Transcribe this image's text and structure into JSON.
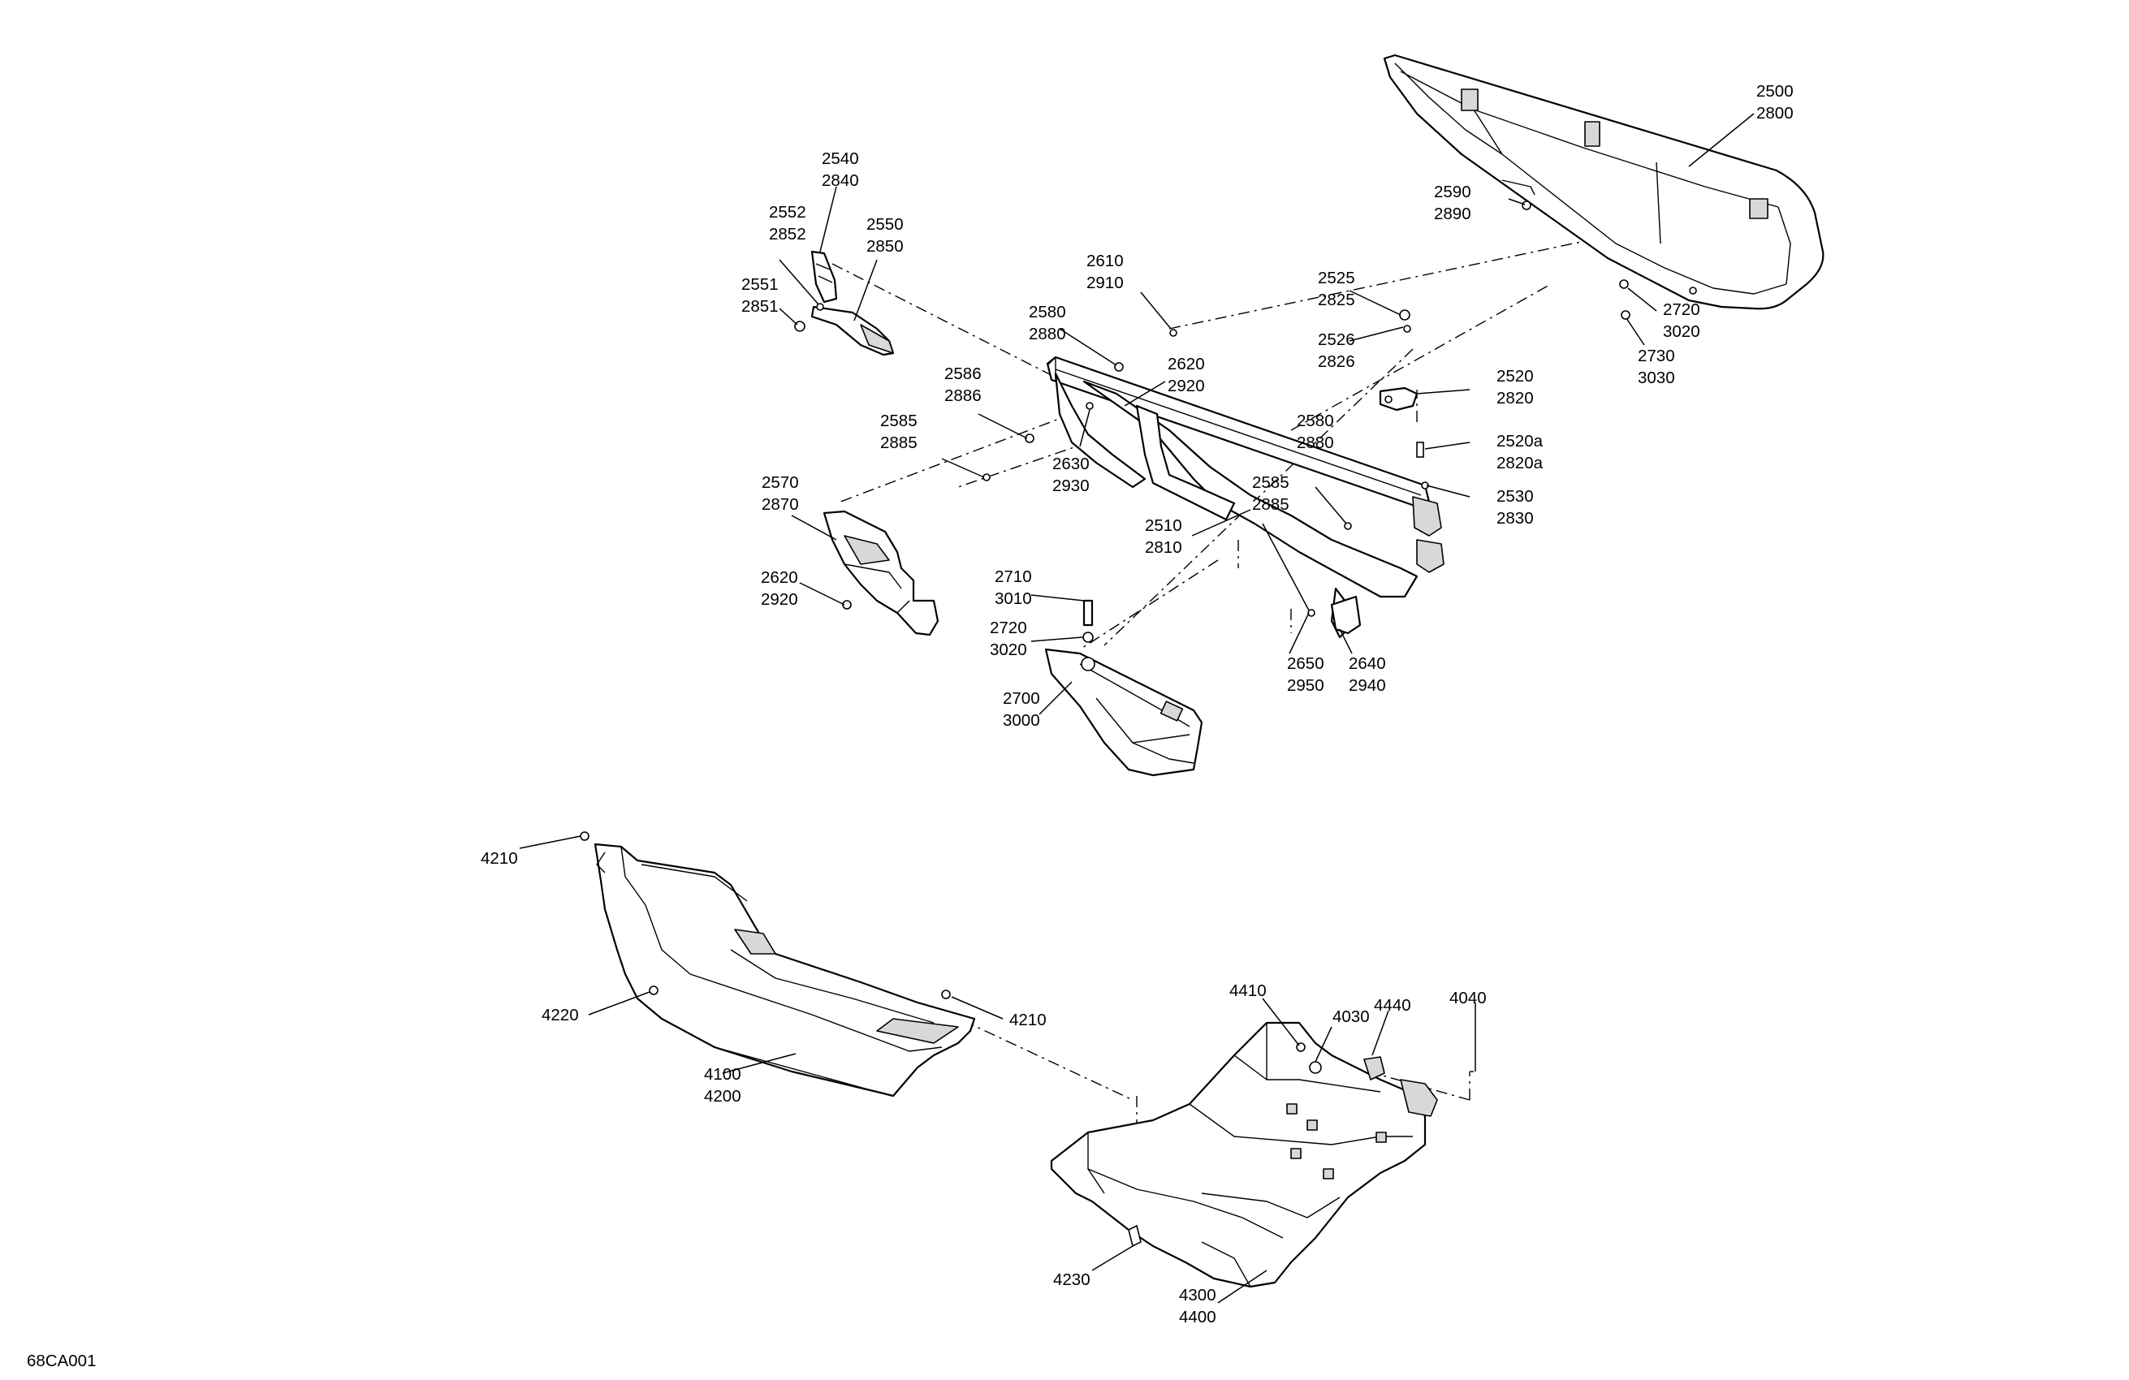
{
  "drawing_code": "68CA001",
  "callouts": [
    {
      "lines": [
        "2500",
        "2800"
      ]
    },
    {
      "lines": [
        "2590",
        "2890"
      ]
    },
    {
      "lines": [
        "2720",
        "3020"
      ]
    },
    {
      "lines": [
        "2730",
        "3030"
      ]
    },
    {
      "lines": [
        "2540",
        "2840"
      ]
    },
    {
      "lines": [
        "2552",
        "2852"
      ]
    },
    {
      "lines": [
        "2550",
        "2850"
      ]
    },
    {
      "lines": [
        "2551",
        "2851"
      ]
    },
    {
      "lines": [
        "2610",
        "2910"
      ]
    },
    {
      "lines": [
        "2580",
        "2880"
      ]
    },
    {
      "lines": [
        "2620",
        "2920"
      ]
    },
    {
      "lines": [
        "2586",
        "2886"
      ]
    },
    {
      "lines": [
        "2585",
        "2885"
      ]
    },
    {
      "lines": [
        "2630",
        "2930"
      ]
    },
    {
      "lines": [
        "2525",
        "2825"
      ]
    },
    {
      "lines": [
        "2526",
        "2826"
      ]
    },
    {
      "lines": [
        "2520",
        "2820"
      ]
    },
    {
      "lines": [
        "2580",
        "2880"
      ]
    },
    {
      "lines": [
        "2520a",
        "2820a"
      ]
    },
    {
      "lines": [
        "2530",
        "2830"
      ]
    },
    {
      "lines": [
        "2585",
        "2885"
      ]
    },
    {
      "lines": [
        "2510",
        "2810"
      ]
    },
    {
      "lines": [
        "2570",
        "2870"
      ]
    },
    {
      "lines": [
        "2620",
        "2920"
      ]
    },
    {
      "lines": [
        "2710",
        "3010"
      ]
    },
    {
      "lines": [
        "2720",
        "3020"
      ]
    },
    {
      "lines": [
        "2700",
        "3000"
      ]
    },
    {
      "lines": [
        "2650",
        "2950"
      ]
    },
    {
      "lines": [
        "2640",
        "2940"
      ]
    },
    {
      "lines": [
        "4210"
      ]
    },
    {
      "lines": [
        "4220"
      ]
    },
    {
      "lines": [
        "4210"
      ]
    },
    {
      "lines": [
        "4100",
        "4200"
      ]
    },
    {
      "lines": [
        "4410"
      ]
    },
    {
      "lines": [
        "4030"
      ]
    },
    {
      "lines": [
        "4440"
      ]
    },
    {
      "lines": [
        "4040"
      ]
    },
    {
      "lines": [
        "4230"
      ]
    },
    {
      "lines": [
        "4300",
        "4400"
      ]
    }
  ]
}
